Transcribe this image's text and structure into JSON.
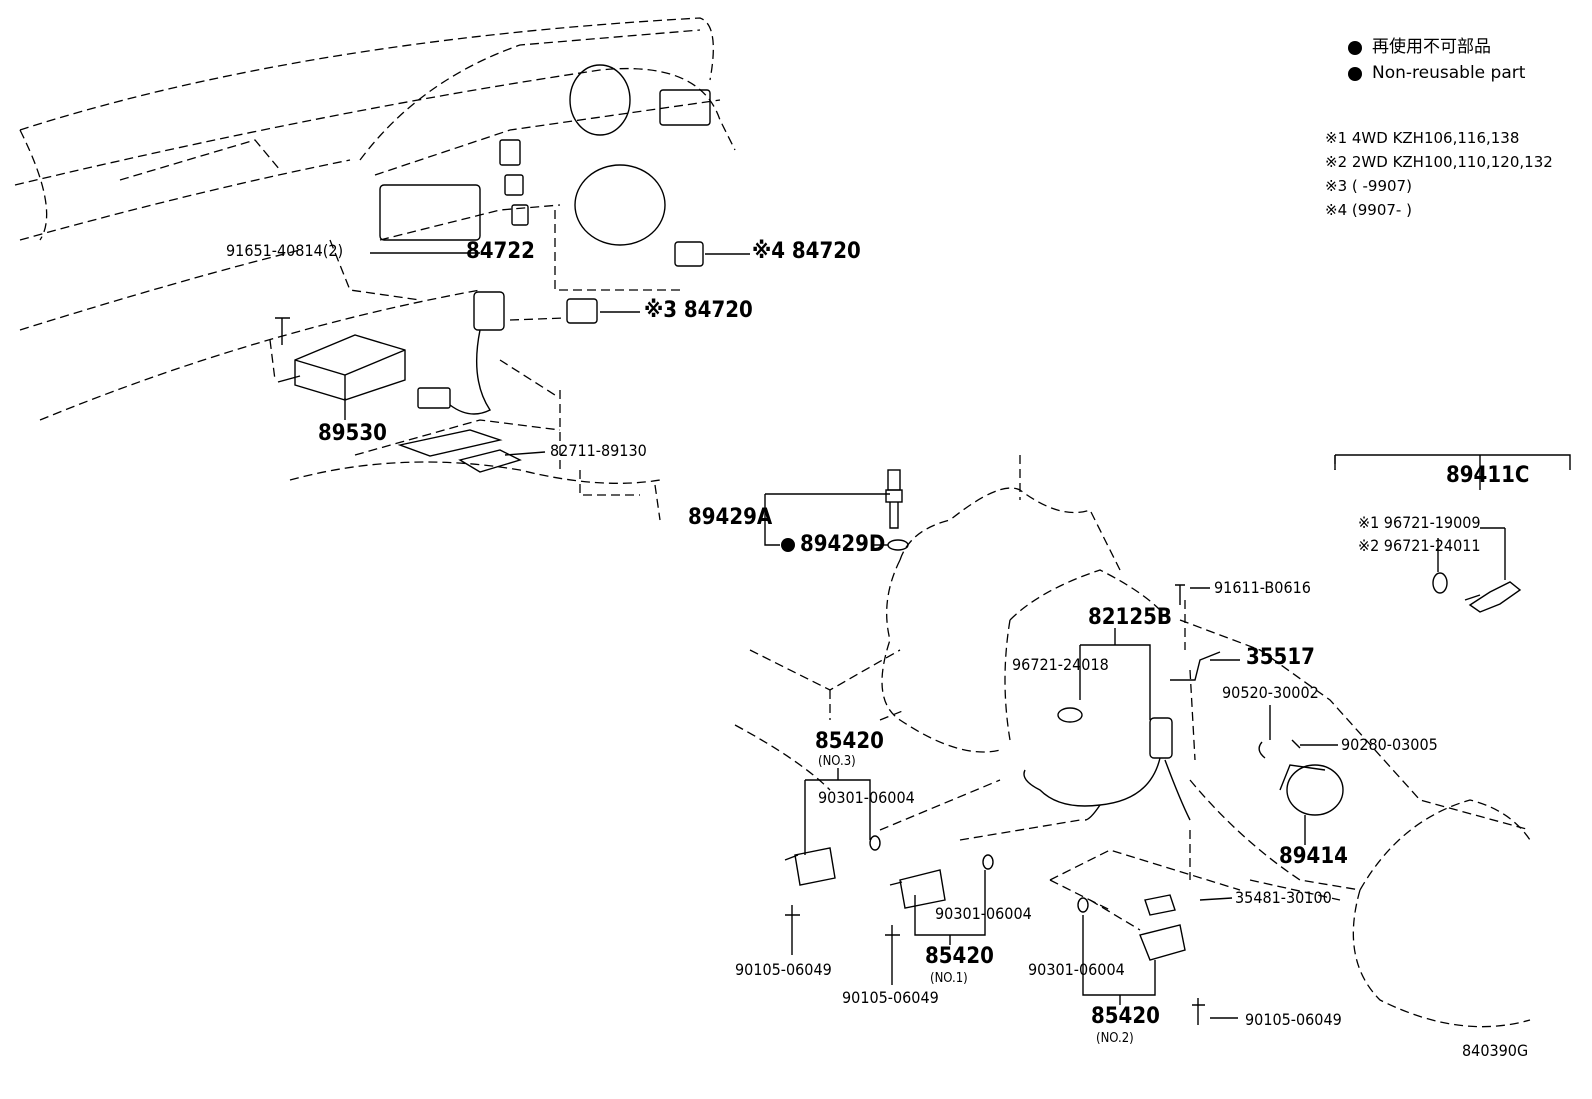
{
  "legend": {
    "ja": "再使用不可部品",
    "en": "Non-reusable part"
  },
  "notes": [
    "※1 4WD KZH106,116,138",
    "※2 2WD KZH100,110,120,132",
    "※3 (      -9907)",
    "※4 (9907-      )"
  ],
  "parts": {
    "p91651": "91651-40814(2)",
    "p84722": "84722",
    "p84720a": "※4 84720",
    "p84720b": "※3 84720",
    "p89530": "89530",
    "p82711": "82711-89130",
    "p89429A": "89429A",
    "p89429D": "89429D",
    "p89411C": "89411C",
    "p96721a": "※1 96721-19009",
    "p96721b": "※2 96721-24011",
    "p91611": "91611-B0616",
    "p82125B": "82125B",
    "p35517": "35517",
    "p96721c": "96721-24018",
    "p90520": "90520-30002",
    "p90280": "90280-03005",
    "p89414": "89414",
    "p35481": "35481-30100",
    "p85420a": "85420",
    "no3": "(NO.3)",
    "p90301a": "90301-06004",
    "p90301b": "90301-06004",
    "p85420b": "85420",
    "no1": "(NO.1)",
    "p90105a": "90105-06049",
    "p90105b": "90105-06049",
    "p90301c": "90301-06004",
    "p85420c": "85420",
    "no2": "(NO.2)",
    "p90105c": "90105-06049"
  },
  "diagram_code": "840390G"
}
